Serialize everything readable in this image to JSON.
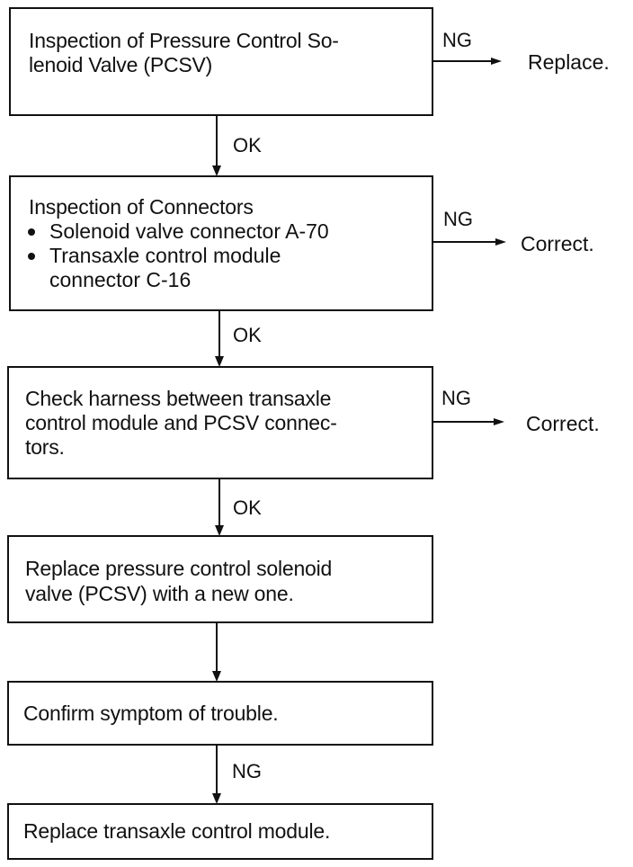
{
  "steps": [
    {
      "id": "pcsv-inspection",
      "lines": [
        "Inspection of Pressure Control So-",
        "lenoid Valve (PCSV)"
      ]
    },
    {
      "id": "connector-inspection",
      "title": "Inspection of Connectors",
      "bullets": [
        "Solenoid valve connector A-70",
        "Transaxle control module\nconnector C-16"
      ]
    },
    {
      "id": "harness-check",
      "lines": [
        "Check harness between transaxle",
        "control module and PCSV connec-",
        "tors."
      ]
    },
    {
      "id": "replace-pcsv",
      "lines": [
        "Replace pressure control solenoid",
        "valve (PCSV) with a new one."
      ]
    },
    {
      "id": "confirm-symptom",
      "lines": [
        "Confirm symptom of trouble."
      ]
    },
    {
      "id": "replace-tcm",
      "lines": [
        "Replace transaxle control module."
      ]
    }
  ],
  "branches": [
    {
      "label": "NG",
      "result": "Replace."
    },
    {
      "label": "NG",
      "result": "Correct."
    },
    {
      "label": "NG",
      "result": "Correct."
    }
  ],
  "flow_labels": [
    "OK",
    "OK",
    "OK",
    "NG"
  ]
}
